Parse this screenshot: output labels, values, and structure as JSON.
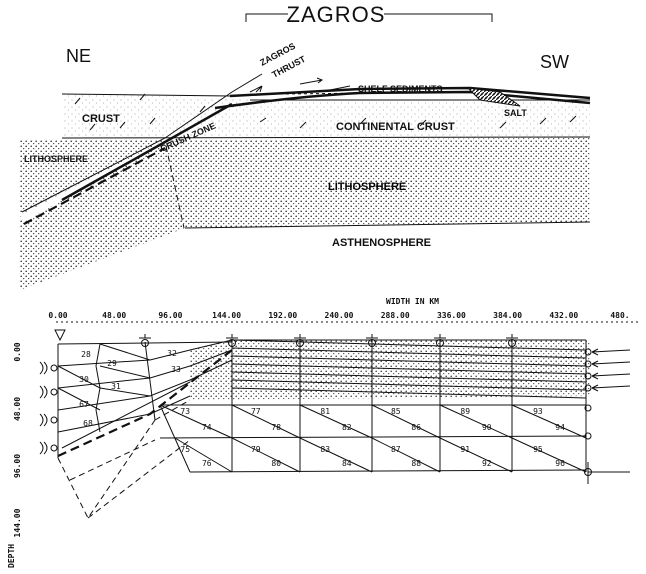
{
  "cross_section": {
    "title": "ZAGROS",
    "left_direction": "NE",
    "right_direction": "SW",
    "labels": {
      "zagros_thrust_1": "ZAGROS",
      "zagros_thrust_2": "THRUST",
      "shelf_sediments": "SHELF SEDIMENTS",
      "salt": "SALT",
      "crust": "CRUST",
      "crush_zone": "CRUSH ZONE",
      "continental_crust": "CONTINENTAL CRUST",
      "lithosphere_left": "LITHOSPHERE",
      "lithosphere_right": "LITHOSPHERE",
      "asthenosphere": "ASTHENOSPHERE"
    }
  },
  "finite_element_model": {
    "x_axis_title": "WIDTH IN KM",
    "x_ticks": [
      "0.00",
      "48.00",
      "96.00",
      "144.00",
      "192.00",
      "240.00",
      "288.00",
      "336.00",
      "384.00",
      "432.00",
      "480."
    ],
    "y_axis_title": "DEPTH",
    "y_ticks": [
      "0.00",
      "48.00",
      "96.00",
      "144.00"
    ],
    "element_numbers": [
      {
        "n": "28",
        "c": [
          0,
          0
        ]
      },
      {
        "n": "29",
        "c": [
          0,
          1
        ]
      },
      {
        "n": "30",
        "c": [
          0,
          2
        ]
      },
      {
        "n": "31",
        "c": [
          0,
          3
        ]
      },
      {
        "n": "32",
        "c": [
          0,
          4
        ]
      },
      {
        "n": "33",
        "c": [
          0,
          5
        ]
      },
      {
        "n": "67",
        "c": [
          0,
          6
        ]
      },
      {
        "n": "68",
        "c": [
          0,
          7
        ]
      },
      {
        "n": "73",
        "c": [
          1,
          0
        ]
      },
      {
        "n": "74",
        "c": [
          1,
          1
        ]
      },
      {
        "n": "75",
        "c": [
          1,
          2
        ]
      },
      {
        "n": "76",
        "c": [
          1,
          3
        ]
      },
      {
        "n": "77",
        "c": [
          2,
          0
        ]
      },
      {
        "n": "78",
        "c": [
          2,
          1
        ]
      },
      {
        "n": "79",
        "c": [
          2,
          2
        ]
      },
      {
        "n": "80",
        "c": [
          2,
          3
        ]
      },
      {
        "n": "81",
        "c": [
          3,
          0
        ]
      },
      {
        "n": "82",
        "c": [
          3,
          1
        ]
      },
      {
        "n": "83",
        "c": [
          3,
          2
        ]
      },
      {
        "n": "84",
        "c": [
          3,
          3
        ]
      },
      {
        "n": "85",
        "c": [
          4,
          0
        ]
      },
      {
        "n": "86",
        "c": [
          4,
          1
        ]
      },
      {
        "n": "87",
        "c": [
          4,
          2
        ]
      },
      {
        "n": "88",
        "c": [
          4,
          3
        ]
      },
      {
        "n": "89",
        "c": [
          5,
          0
        ]
      },
      {
        "n": "90",
        "c": [
          5,
          1
        ]
      },
      {
        "n": "91",
        "c": [
          5,
          2
        ]
      },
      {
        "n": "92",
        "c": [
          5,
          3
        ]
      },
      {
        "n": "93",
        "c": [
          6,
          0
        ]
      },
      {
        "n": "94",
        "c": [
          6,
          1
        ]
      },
      {
        "n": "95",
        "c": [
          6,
          2
        ]
      },
      {
        "n": "96",
        "c": [
          6,
          3
        ]
      }
    ]
  }
}
